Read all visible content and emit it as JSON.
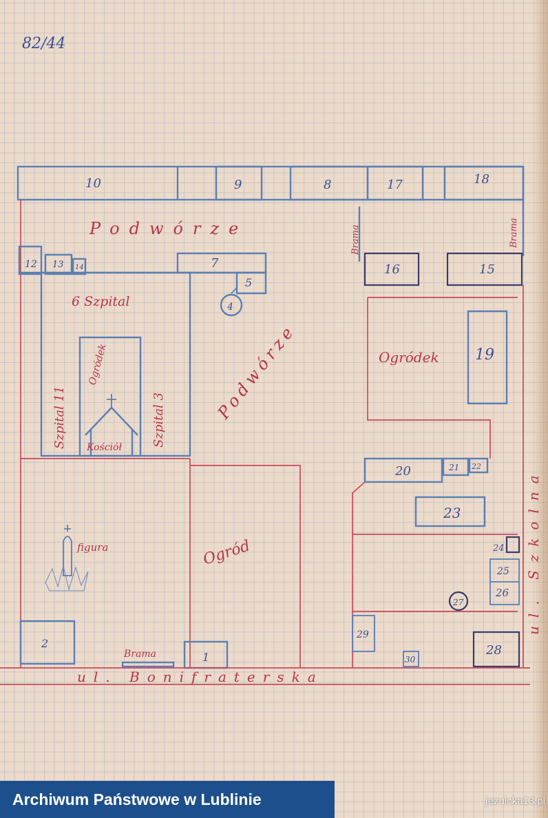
{
  "ref_number": "82/44",
  "colors": {
    "blue": "#5a7fb4",
    "red": "#c84a5c",
    "paper": "#ecdaca",
    "footer": "#1d4f8c"
  },
  "buildings": {
    "b1": "1",
    "b2": "2",
    "b4": "4",
    "b5": "5",
    "b7": "7",
    "b8": "8",
    "b9": "9",
    "b10": "10",
    "b12": "12",
    "b13": "13",
    "b14": "14",
    "b15": "15",
    "b16": "16",
    "b17": "17",
    "b18": "18",
    "b19": "19",
    "b20": "20",
    "b21": "21",
    "b22": "22",
    "b23": "23",
    "b24": "24",
    "b25": "25",
    "b26": "26",
    "b27": "27",
    "b28": "28",
    "b29": "29",
    "b30": "30"
  },
  "labels": {
    "podworze_top": "Podwórze",
    "podworze_diag": "Podwórze",
    "szpital6": "6 Szpital",
    "szpital11": "Szpital 11",
    "szpital3": "Szpital 3",
    "ogrodek_inner": "Ogródek",
    "kosciol": "Kościół",
    "figura": "figura",
    "ogrod": "Ogród",
    "ogrodek_right": "Ogródek",
    "brama_top": "Brama",
    "brama_right": "Brama",
    "brama_bottom": "Brama",
    "street_bottom": "ul. Bonifraterska",
    "street_right": "ul. Szkolna"
  },
  "footer": {
    "archive": "Archiwum Państwowe w Lublinie",
    "watermark": "jezuicka13.pl"
  }
}
